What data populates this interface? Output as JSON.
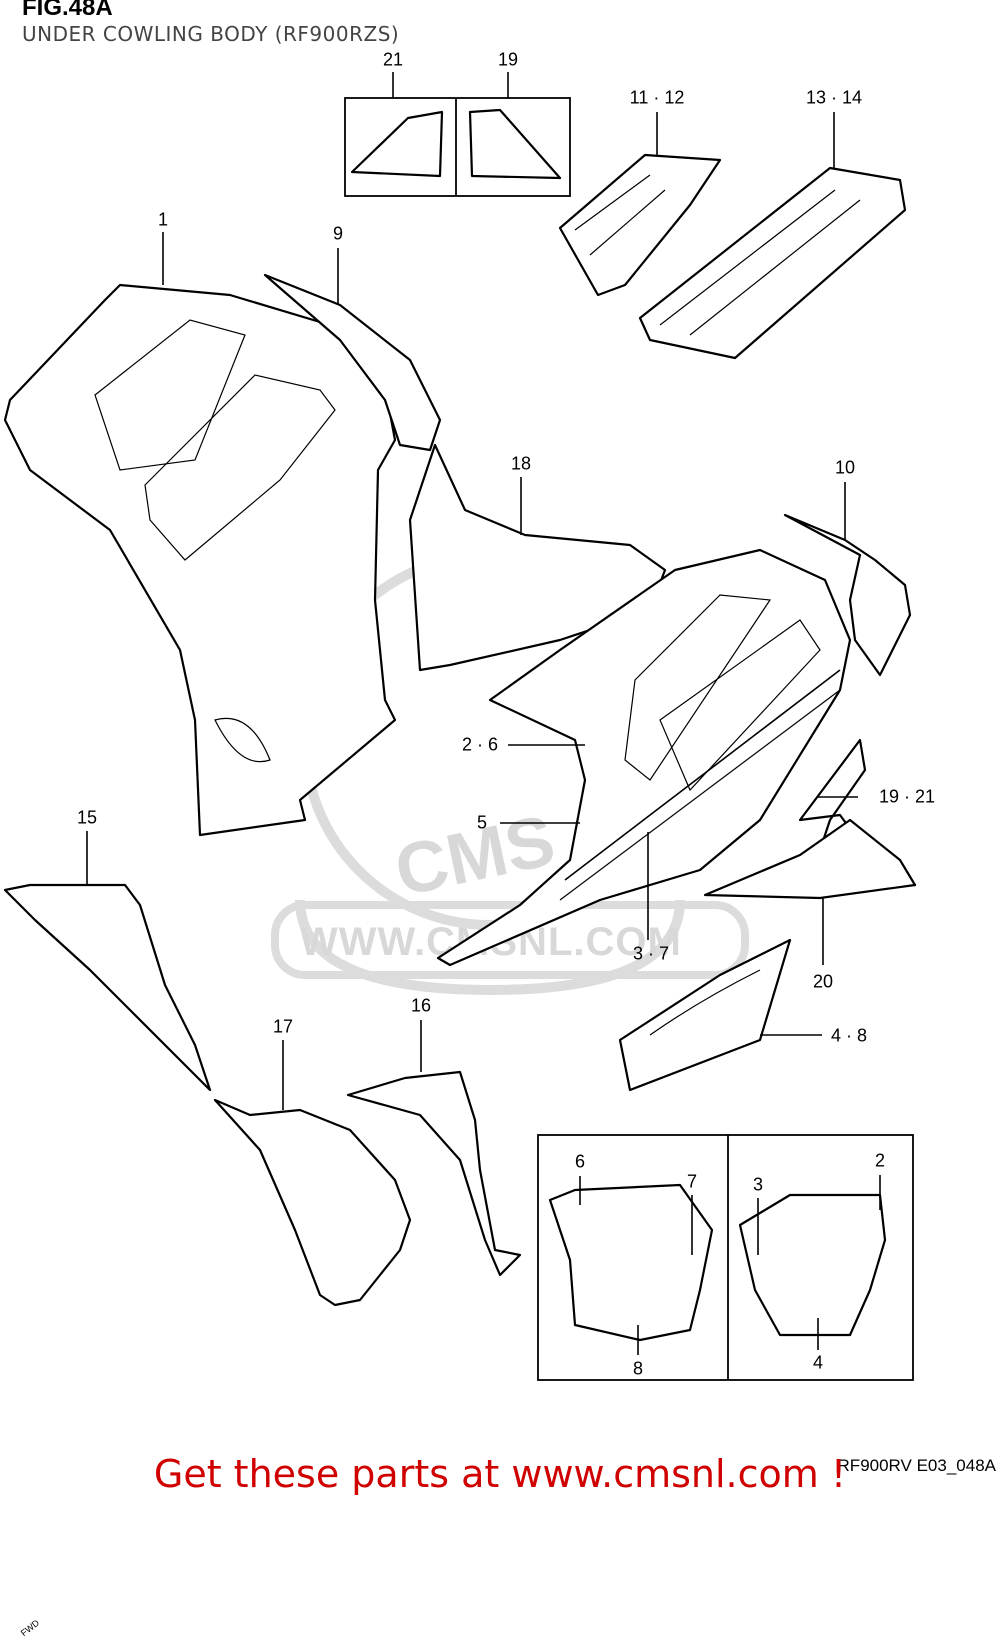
{
  "figure": {
    "id": "FIG.48A",
    "title": "UNDER COWLING BODY (RF900RZS)"
  },
  "callouts": [
    "21",
    "19",
    "11 · 12",
    "13 · 14",
    "1",
    "9",
    "18",
    "10",
    "2 · 6",
    "19 · 21",
    "5",
    "3 · 7",
    "15",
    "20",
    "17",
    "16",
    "4 · 8",
    "6",
    "7",
    "3",
    "2",
    "8",
    "4"
  ],
  "watermark": {
    "logo": "CMS",
    "url": "WWW.CMSNL.COM"
  },
  "direction_label": "FWD",
  "drawing_code": "RF900RV E03_048A",
  "promo": "Get these parts at www.cmsnl.com !"
}
